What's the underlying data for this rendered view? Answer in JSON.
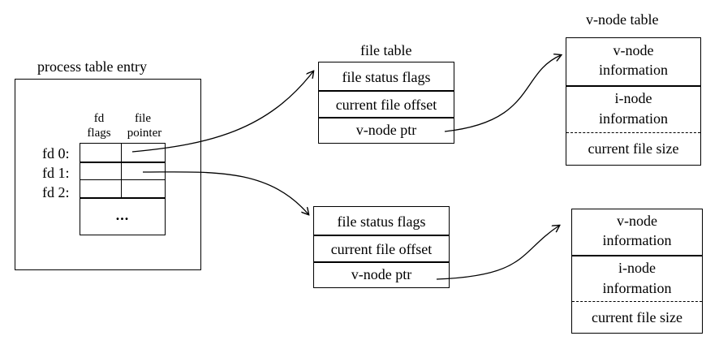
{
  "process_table": {
    "title": "process table entry",
    "col_fd_flags": "fd\nflags",
    "col_fd_flags_1": "fd",
    "col_fd_flags_2": "flags",
    "col_file_pointer_1": "file",
    "col_file_pointer_2": "pointer",
    "rows": [
      "fd 0:",
      "fd 1:",
      "fd 2:"
    ],
    "ellipsis": "..."
  },
  "file_table": {
    "title": "file table",
    "entries": [
      {
        "status": "file status flags",
        "offset": "current file offset",
        "vnode_ptr": "v-node ptr"
      },
      {
        "status": "file status flags",
        "offset": "current file offset",
        "vnode_ptr": "v-node ptr"
      }
    ]
  },
  "vnode_table": {
    "title": "v-node table",
    "entries": [
      {
        "vnode_info": "v-node\ninformation",
        "vnode_info_1": "v-node",
        "vnode_info_2": "information",
        "inode_info_1": "i-node",
        "inode_info_2": "information",
        "size": "current file size"
      },
      {
        "vnode_info_1": "v-node",
        "vnode_info_2": "information",
        "inode_info_1": "i-node",
        "inode_info_2": "information",
        "size": "current file size"
      }
    ]
  }
}
